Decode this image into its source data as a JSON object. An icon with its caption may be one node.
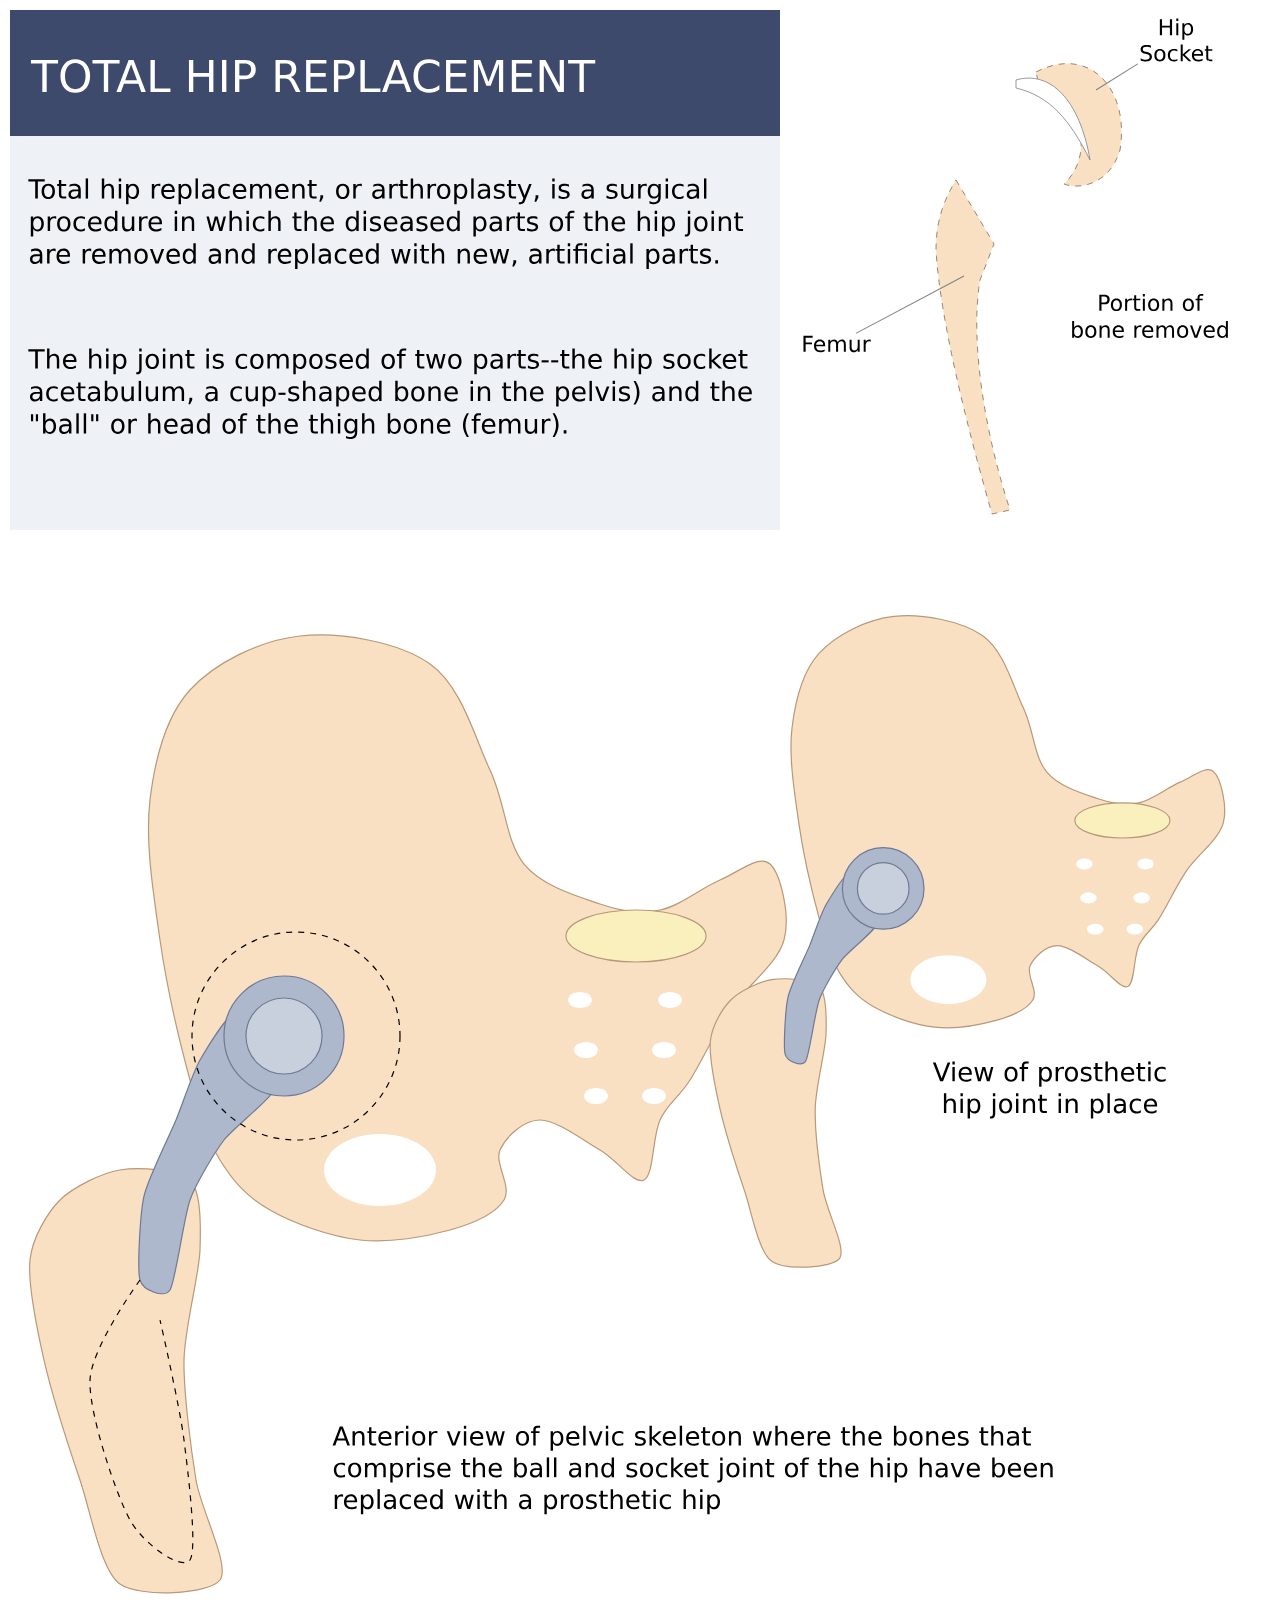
{
  "diagram": {
    "title": "TOTAL HIP REPLACEMENT",
    "nodes": [
      {
        "text": [
          "Hip Socket"
        ]
      },
      {
        "text": [],
        "shape": "picture"
      },
      {
        "text": [
          "Femur"
        ]
      },
      {
        "text": [],
        "shape": "picture"
      }
    ],
    "edges": [
      {
        "from": 0,
        "to": 1,
        "arrow": "none"
      },
      {
        "from": 2,
        "to": 3,
        "arrow": "none"
      }
    ],
    "labels": [
      "Total hip replacement, or arthroplasty, is a surgical procedure in which the diseased parts of the hip joint are removed and replaced with new, artificial parts.",
      "The hip joint is composed of two parts--the hip socket acetabulum, a cup-shaped bone in the pelvis) and the \"ball\" or head of the thigh bone (femur).",
      "Portion of bone removed",
      "View of prosthetic hip joint in place",
      "Anterior view of pelvic skeleton where the bones that comprise the ball and socket joint of the hip have been replaced with a prosthetic hip"
    ]
  }
}
